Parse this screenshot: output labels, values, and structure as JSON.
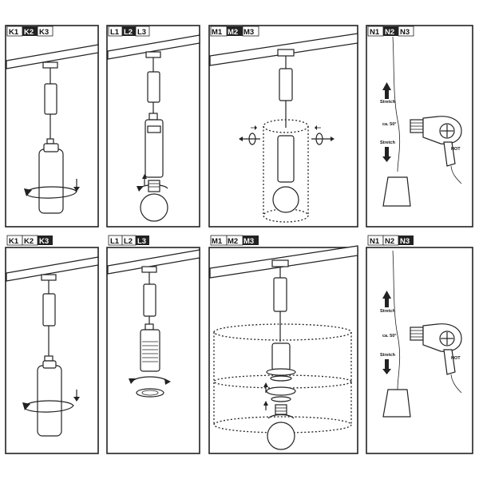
{
  "panels": [
    {
      "id": "K",
      "labels": [
        "K1",
        "K2",
        "K3"
      ],
      "active": 1
    },
    {
      "id": "L",
      "labels": [
        "L1",
        "L2",
        "L3"
      ],
      "active": 1
    },
    {
      "id": "M",
      "labels": [
        "M1",
        "M2",
        "M3"
      ],
      "active": 1
    },
    {
      "id": "N",
      "labels": [
        "N1",
        "N2",
        "N3"
      ],
      "active": 1
    },
    {
      "id": "K",
      "labels": [
        "K1",
        "K2",
        "K3"
      ],
      "active": 2
    },
    {
      "id": "L",
      "labels": [
        "L1",
        "L2",
        "L3"
      ],
      "active": 2
    },
    {
      "id": "M",
      "labels": [
        "M1",
        "M2",
        "M3"
      ],
      "active": 2
    },
    {
      "id": "N",
      "labels": [
        "N1",
        "N2",
        "N3"
      ],
      "active": 2
    }
  ],
  "texts": {
    "stretch": "Stretch",
    "angle": "ca. 50°",
    "hot": "HOT"
  }
}
